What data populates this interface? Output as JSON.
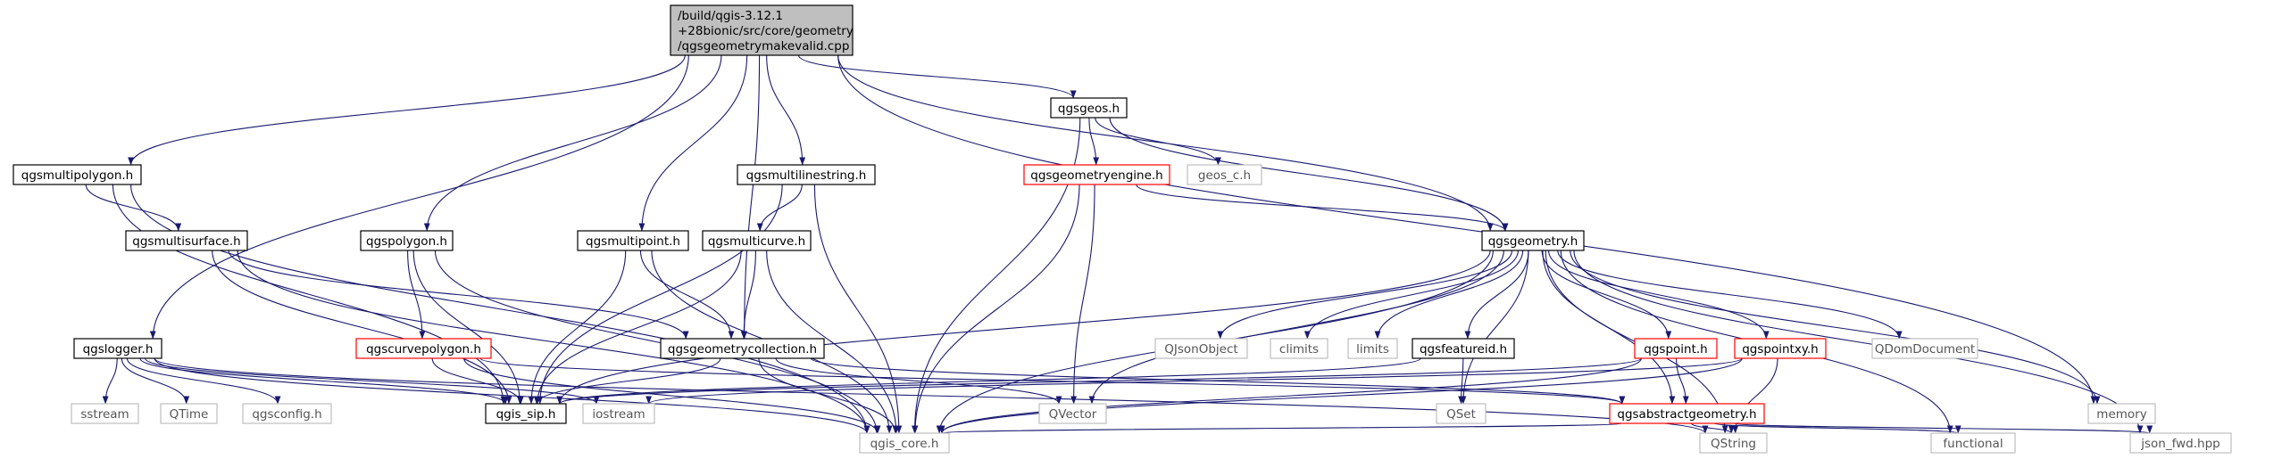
{
  "diagram": {
    "nodes": [
      {
        "id": "root",
        "lines": [
          "/build/qgis-3.12.1",
          "+28bionic/src/core/geometry",
          "/qgsgeometrymakevalid.cpp"
        ],
        "style": "root"
      },
      {
        "id": "qgsmultipolygon",
        "lines": [
          "qgsmultipolygon.h"
        ],
        "style": "black"
      },
      {
        "id": "qgsmultisurface",
        "lines": [
          "qgsmultisurface.h"
        ],
        "style": "black"
      },
      {
        "id": "qgspolygon",
        "lines": [
          "qgspolygon.h"
        ],
        "style": "black"
      },
      {
        "id": "qgscurvepolygon",
        "lines": [
          "qgscurvepolygon.h"
        ],
        "style": "red"
      },
      {
        "id": "qgsmultilinestring",
        "lines": [
          "qgsmultilinestring.h"
        ],
        "style": "black"
      },
      {
        "id": "qgsmultipoint",
        "lines": [
          "qgsmultipoint.h"
        ],
        "style": "black"
      },
      {
        "id": "qgsmulticurve",
        "lines": [
          "qgsmulticurve.h"
        ],
        "style": "black"
      },
      {
        "id": "qgsgeometrycollection",
        "lines": [
          "qgsgeometrycollection.h"
        ],
        "style": "black"
      },
      {
        "id": "qgsgeos",
        "lines": [
          "qgsgeos.h"
        ],
        "style": "black"
      },
      {
        "id": "qgsgeometryengine",
        "lines": [
          "qgsgeometryengine.h"
        ],
        "style": "red"
      },
      {
        "id": "geos_c",
        "lines": [
          "geos_c.h"
        ],
        "style": "gray"
      },
      {
        "id": "qgsgeometry",
        "lines": [
          "qgsgeometry.h"
        ],
        "style": "black"
      },
      {
        "id": "qgslogger",
        "lines": [
          "qgslogger.h"
        ],
        "style": "black"
      },
      {
        "id": "sstream",
        "lines": [
          "sstream"
        ],
        "style": "gray"
      },
      {
        "id": "QTime",
        "lines": [
          "QTime"
        ],
        "style": "gray"
      },
      {
        "id": "qgsconfig",
        "lines": [
          "qgsconfig.h"
        ],
        "style": "gray"
      },
      {
        "id": "qgis_sip",
        "lines": [
          "qgis_sip.h"
        ],
        "style": "black"
      },
      {
        "id": "iostream",
        "lines": [
          "iostream"
        ],
        "style": "gray"
      },
      {
        "id": "qgis_core",
        "lines": [
          "qgis_core.h"
        ],
        "style": "gray"
      },
      {
        "id": "QJsonObject",
        "lines": [
          "QJsonObject"
        ],
        "style": "gray"
      },
      {
        "id": "climits",
        "lines": [
          "climits"
        ],
        "style": "gray"
      },
      {
        "id": "limits",
        "lines": [
          "limits"
        ],
        "style": "gray"
      },
      {
        "id": "qgsfeatureid",
        "lines": [
          "qgsfeatureid.h"
        ],
        "style": "black"
      },
      {
        "id": "qgspoint",
        "lines": [
          "qgspoint.h"
        ],
        "style": "red"
      },
      {
        "id": "qgspointxy",
        "lines": [
          "qgspointxy.h"
        ],
        "style": "red"
      },
      {
        "id": "QDomDocument",
        "lines": [
          "QDomDocument"
        ],
        "style": "gray"
      },
      {
        "id": "QVector",
        "lines": [
          "QVector"
        ],
        "style": "gray"
      },
      {
        "id": "QSet",
        "lines": [
          "QSet"
        ],
        "style": "gray"
      },
      {
        "id": "qgsabstractgeometry",
        "lines": [
          "qgsabstractgeometry.h"
        ],
        "style": "red"
      },
      {
        "id": "QString",
        "lines": [
          "QString"
        ],
        "style": "gray"
      },
      {
        "id": "functional",
        "lines": [
          "functional"
        ],
        "style": "gray"
      },
      {
        "id": "json_fwd",
        "lines": [
          "json_fwd.hpp"
        ],
        "style": "gray"
      },
      {
        "id": "memory",
        "lines": [
          "memory"
        ],
        "style": "gray"
      }
    ],
    "edges": [
      [
        "root",
        "qgsmultipolygon"
      ],
      [
        "root",
        "qgspolygon"
      ],
      [
        "root",
        "qgsmultilinestring"
      ],
      [
        "root",
        "qgsmultipoint"
      ],
      [
        "root",
        "qgsgeometrycollection"
      ],
      [
        "root",
        "qgsgeos"
      ],
      [
        "root",
        "qgsgeometry"
      ],
      [
        "root",
        "qgslogger"
      ],
      [
        "root",
        "memory"
      ],
      [
        "qgsmultipolygon",
        "qgsmultisurface"
      ],
      [
        "qgsmultipolygon",
        "qgis_sip"
      ],
      [
        "qgsmultipolygon",
        "qgis_core"
      ],
      [
        "qgsmultisurface",
        "qgsgeometrycollection"
      ],
      [
        "qgsmultisurface",
        "qgis_sip"
      ],
      [
        "qgsmultisurface",
        "qgis_core"
      ],
      [
        "qgspolygon",
        "qgscurvepolygon"
      ],
      [
        "qgspolygon",
        "qgis_sip"
      ],
      [
        "qgspolygon",
        "qgis_core"
      ],
      [
        "qgscurvepolygon",
        "qgis_sip"
      ],
      [
        "qgscurvepolygon",
        "qgis_core"
      ],
      [
        "qgscurvepolygon",
        "qgsabstractgeometry"
      ],
      [
        "qgsmultilinestring",
        "qgsmulticurve"
      ],
      [
        "qgsmultilinestring",
        "qgis_sip"
      ],
      [
        "qgsmultilinestring",
        "qgis_core"
      ],
      [
        "qgsmultipoint",
        "qgsgeometrycollection"
      ],
      [
        "qgsmultipoint",
        "qgis_sip"
      ],
      [
        "qgsmultipoint",
        "qgis_core"
      ],
      [
        "qgsmulticurve",
        "qgsgeometrycollection"
      ],
      [
        "qgsmulticurve",
        "qgis_sip"
      ],
      [
        "qgsmulticurve",
        "qgis_core"
      ],
      [
        "qgsgeometrycollection",
        "qgis_sip"
      ],
      [
        "qgsgeometrycollection",
        "qgis_core"
      ],
      [
        "qgsgeometrycollection",
        "QVector"
      ],
      [
        "qgsgeometrycollection",
        "qgsabstractgeometry"
      ],
      [
        "qgsgeos",
        "qgsgeometryengine"
      ],
      [
        "qgsgeos",
        "geos_c"
      ],
      [
        "qgsgeos",
        "qgsgeometry"
      ],
      [
        "qgsgeos",
        "qgis_core"
      ],
      [
        "qgsgeometryengine",
        "qgsgeometry"
      ],
      [
        "qgsgeometryengine",
        "QVector"
      ],
      [
        "qgsgeometryengine",
        "qgis_core"
      ],
      [
        "qgsgeometry",
        "QJsonObject"
      ],
      [
        "qgsgeometry",
        "climits"
      ],
      [
        "qgsgeometry",
        "limits"
      ],
      [
        "qgsgeometry",
        "qgsfeatureid"
      ],
      [
        "qgsgeometry",
        "qgspoint"
      ],
      [
        "qgsgeometry",
        "qgspointxy"
      ],
      [
        "qgsgeometry",
        "QDomDocument"
      ],
      [
        "qgsgeometry",
        "QSet"
      ],
      [
        "qgsgeometry",
        "qgsabstractgeometry"
      ],
      [
        "qgsgeometry",
        "QString"
      ],
      [
        "qgsgeometry",
        "functional"
      ],
      [
        "qgsgeometry",
        "json_fwd"
      ],
      [
        "qgsgeometry",
        "memory"
      ],
      [
        "qgsgeometry",
        "qgis_sip"
      ],
      [
        "qgsgeometry",
        "qgis_core"
      ],
      [
        "qgsgeometry",
        "QVector"
      ],
      [
        "qgslogger",
        "sstream"
      ],
      [
        "qgslogger",
        "QTime"
      ],
      [
        "qgslogger",
        "qgsconfig"
      ],
      [
        "qgslogger",
        "qgis_sip"
      ],
      [
        "qgslogger",
        "iostream"
      ],
      [
        "qgslogger",
        "qgis_core"
      ],
      [
        "qgslogger",
        "QString"
      ],
      [
        "qgsfeatureid",
        "QSet"
      ],
      [
        "qgsfeatureid",
        "qgis_sip"
      ],
      [
        "qgspoint",
        "qgsabstractgeometry"
      ],
      [
        "qgspoint",
        "qgis_sip"
      ],
      [
        "qgspoint",
        "qgis_core"
      ],
      [
        "qgspointxy",
        "qgis_core"
      ],
      [
        "qgspointxy",
        "QString"
      ],
      [
        "qgspointxy",
        "iostream"
      ],
      [
        "qgsabstractgeometry",
        "qgis_core"
      ],
      [
        "qgsabstractgeometry",
        "QString"
      ],
      [
        "qgsabstractgeometry",
        "functional"
      ],
      [
        "qgsabstractgeometry",
        "json_fwd"
      ]
    ],
    "colors": {
      "edge": "#191970",
      "red_border": "#ff0000",
      "gray_border": "#bfbfbf",
      "root_fill": "#bfbfbf",
      "black_border": "#000000"
    }
  }
}
